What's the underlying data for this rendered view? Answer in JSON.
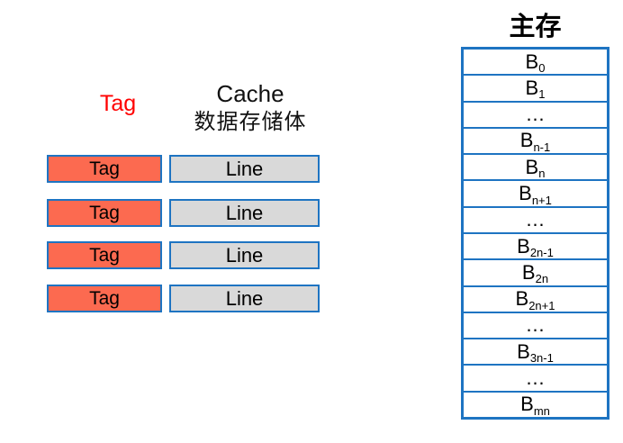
{
  "cache": {
    "tag_header": "Tag",
    "header_line1": "Cache",
    "header_line2": "数据存储体",
    "rows": [
      {
        "tag": "Tag",
        "line": "Line"
      },
      {
        "tag": "Tag",
        "line": "Line"
      },
      {
        "tag": "Tag",
        "line": "Line"
      },
      {
        "tag": "Tag",
        "line": "Line"
      }
    ]
  },
  "main_memory": {
    "title": "主存",
    "blocks": [
      {
        "base": "B",
        "sub": "0"
      },
      {
        "base": "B",
        "sub": "1"
      },
      {
        "base": "…",
        "sub": ""
      },
      {
        "base": "B",
        "sub": "n-1"
      },
      {
        "base": "B",
        "sub": "n"
      },
      {
        "base": "B",
        "sub": "n+1"
      },
      {
        "base": "…",
        "sub": ""
      },
      {
        "base": "B",
        "sub": "2n-1"
      },
      {
        "base": "B",
        "sub": "2n"
      },
      {
        "base": "B",
        "sub": "2n+1"
      },
      {
        "base": "…",
        "sub": ""
      },
      {
        "base": "B",
        "sub": "3n-1"
      },
      {
        "base": "…",
        "sub": ""
      },
      {
        "base": "B",
        "sub": "mn"
      }
    ]
  },
  "colors": {
    "tag_box_fill": "#fc6a50",
    "line_box_fill": "#d9d9d9",
    "border_blue": "#1e74c2",
    "tag_header_red": "#ff0000"
  }
}
